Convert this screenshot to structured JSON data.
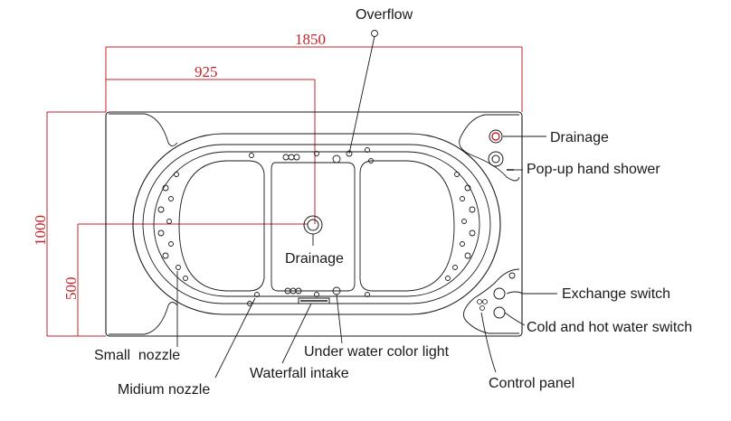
{
  "labels": {
    "overflow": "Overflow",
    "drainage_panel": "Drainage",
    "popup_hand_shower": "Pop-up hand shower",
    "drainage_center": "Drainage",
    "exchange_switch": "Exchange switch",
    "cold_hot_switch": "Cold and hot water switch",
    "small_nozzle": "Small  nozzle",
    "under_water_light": "Under water color light",
    "waterfall_intake": "Waterfall intake",
    "midium_nozzle": "Midium nozzle",
    "control_panel": "Control panel"
  },
  "dimensions": {
    "total_length": "1850",
    "half_length": "925",
    "total_width": "1000",
    "half_width": "500"
  },
  "colors": {
    "dimension": "#c0242a",
    "outline": "#1a1a1a"
  }
}
